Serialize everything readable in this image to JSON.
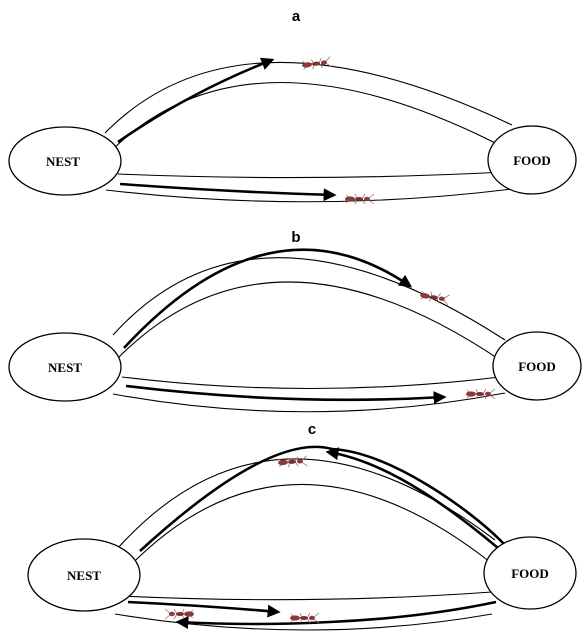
{
  "diagram": {
    "panels": [
      {
        "label": "a",
        "nest_label": "NEST",
        "food_label": "FOOD"
      },
      {
        "label": "b",
        "nest_label": "NEST",
        "food_label": "FOOD"
      },
      {
        "label": "c",
        "nest_label": "NEST",
        "food_label": "FOOD"
      }
    ],
    "colors": {
      "stroke": "#000000",
      "ant_body": "#8a3a3a",
      "ant_legs": "#a07070"
    }
  }
}
